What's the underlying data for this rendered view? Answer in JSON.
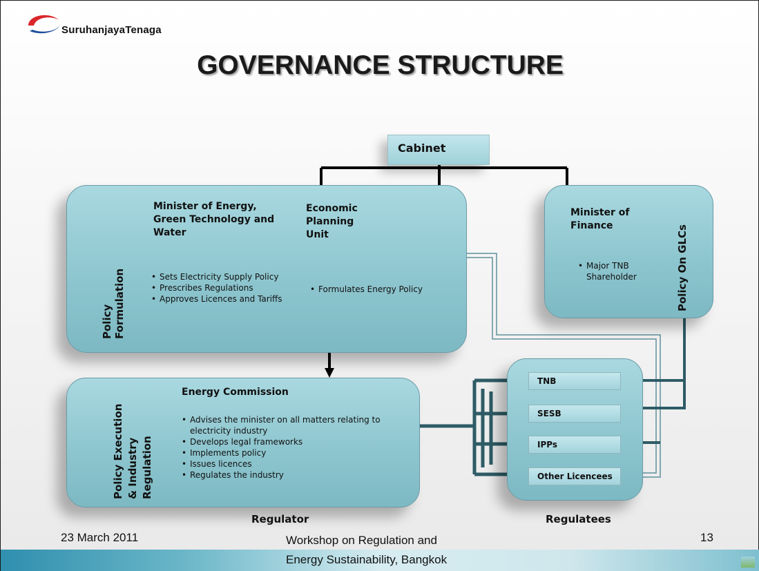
{
  "logo": {
    "text": "SuruhanjayaTenaga"
  },
  "title": "GOVERNANCE STRUCTURE",
  "cabinet": "Cabinet",
  "policy": {
    "side_label_1": "Policy",
    "side_label_2": "Formulation",
    "minister_heading_1": "Minister of Energy,",
    "minister_heading_2": "Green Technology  and",
    "minister_heading_3": "Water",
    "minister_bullets": [
      "Sets Electricity Supply Policy",
      "Prescribes Regulations",
      "Approves Licences and Tariffs"
    ],
    "epu_heading_1": "Economic",
    "epu_heading_2": "Planning",
    "epu_heading_3": "Unit",
    "epu_bullets": [
      "Formulates Energy Policy"
    ]
  },
  "finance": {
    "heading_1": "Minister of",
    "heading_2": "Finance",
    "bullet_1": "Major TNB",
    "bullet_2": "Shareholder",
    "side_label": "Policy On GLCs"
  },
  "ec": {
    "side_label_1": "Policy Execution",
    "side_label_2": "& Industry",
    "side_label_3": "Regulation",
    "heading": "Energy Commission",
    "bullets": [
      "Advises the minister on all matters relating to",
      "Develops legal frameworks",
      "Implements policy",
      "Issues licences",
      "Regulates the industry"
    ],
    "bullet_1_cont": "electricity industry"
  },
  "regulatees": {
    "items": [
      "TNB",
      "SESB",
      "IPPs",
      "Other Licencees"
    ]
  },
  "captions": {
    "regulator": "Regulator",
    "regulatees": "Regulatees"
  },
  "footer": {
    "date": "23 March 2011",
    "center_1": "Workshop on Regulation and",
    "center_2": "Energy Sustainability, Bangkok",
    "page": "13"
  },
  "colors": {
    "box_fill": "#8ec6cf",
    "connector": "#2e5c66",
    "logo_red": "#d9262a",
    "logo_blue": "#1f4e9c"
  }
}
